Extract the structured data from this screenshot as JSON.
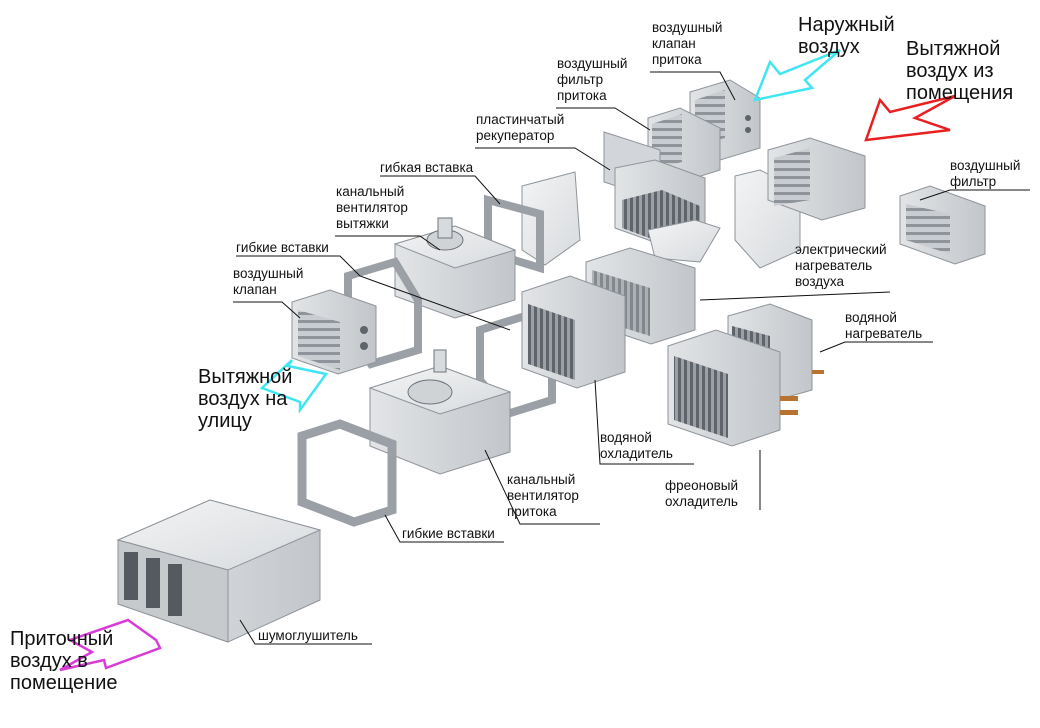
{
  "colors": {
    "outdoor_air": "#3fe6f2",
    "exhaust_from_room": "#e8201f",
    "supply_to_room": "#d93cd6",
    "exhaust_outside": "#3fe6f2",
    "metal_light": "#e6e8ea",
    "metal_mid": "#c4c8cc",
    "metal_dark": "#8e949a",
    "leader_line": "#111111"
  },
  "airflows": {
    "outdoor_air": "Наружный\nвоздух",
    "exhaust_from_room": "Вытяжной\nвоздух из\nпомещения",
    "exhaust_outside": "Вытяжной\nвоздух на\n улицу",
    "supply_to_room": "Приточный\nвоздух в\nпомещение"
  },
  "labels": {
    "supply_air_damper": "воздушный\nклапан\nпритока",
    "supply_air_filter": "воздушный\nфильтр\nпритока",
    "plate_recuperator": "пластинчатый\nрекуператор",
    "flexible_insert": "гибкая вставка",
    "exhaust_duct_fan": "канальный\nвентилятор\nвытяжки",
    "flexible_inserts_top": "гибкие вставки",
    "air_damper": "воздушный\nклапан",
    "air_filter": "воздушный\nфильтр",
    "electric_heater": "электрический\nнагреватель\nвоздуха",
    "water_heater": "водяной\nнагреватель",
    "water_cooler": "водяной\nохладитель",
    "freon_cooler": "фреоновый\nохладитель",
    "supply_duct_fan": "канальный\nвентилятор\nпритока",
    "flexible_inserts_bottom": "гибкие вставки",
    "silencer": "шумоглушитель"
  }
}
